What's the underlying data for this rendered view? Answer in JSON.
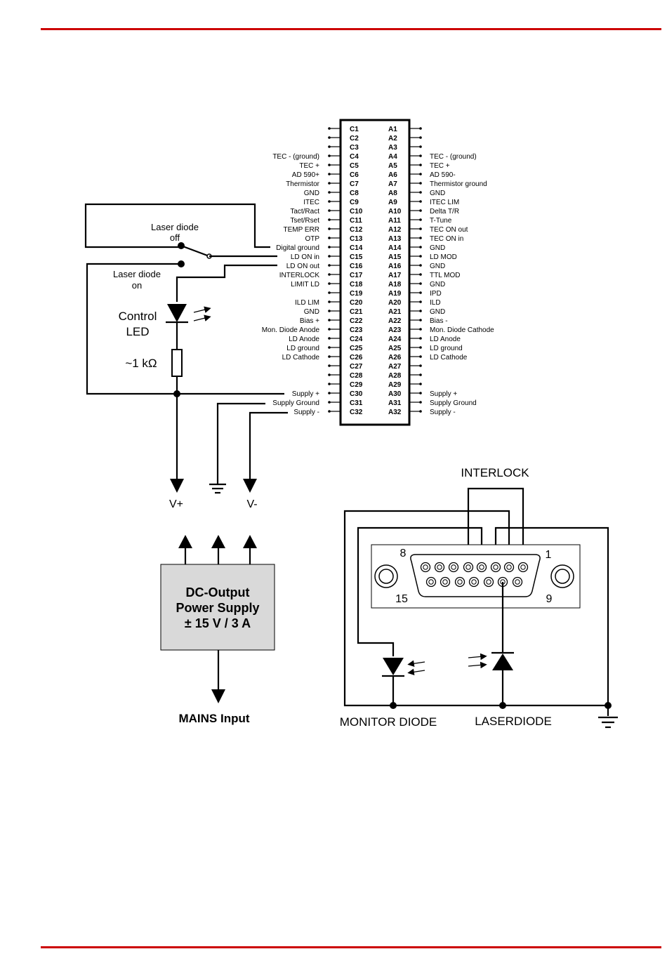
{
  "colors": {
    "rule": "#cc0000",
    "psu_fill": "#d9d9d9",
    "wire": "#000000"
  },
  "connector": {
    "c_pins": [
      "C1",
      "C2",
      "C3",
      "C4",
      "C5",
      "C6",
      "C7",
      "C8",
      "C9",
      "C10",
      "C11",
      "C12",
      "C13",
      "C14",
      "C15",
      "C16",
      "C17",
      "C18",
      "C19",
      "C20",
      "C21",
      "C22",
      "C23",
      "C24",
      "C25",
      "C26",
      "C27",
      "C28",
      "C29",
      "C30",
      "C31",
      "C32"
    ],
    "a_pins": [
      "A1",
      "A2",
      "A3",
      "A4",
      "A5",
      "A6",
      "A7",
      "A8",
      "A9",
      "A10",
      "A11",
      "A12",
      "A13",
      "A14",
      "A15",
      "A16",
      "A17",
      "A18",
      "A19",
      "A20",
      "A21",
      "A22",
      "A23",
      "A24",
      "A25",
      "A26",
      "A27",
      "A28",
      "A29",
      "A30",
      "A31",
      "A32"
    ],
    "c_labels": [
      "",
      "",
      "",
      "TEC - (ground)",
      "TEC +",
      "AD 590+",
      "Thermistor",
      "GND",
      "ITEC",
      "Tact/Ract",
      "Tset/Rset",
      "TEMP ERR",
      "OTP",
      "Digital ground",
      "LD ON in",
      "LD ON out",
      "INTERLOCK",
      "LIMIT LD",
      "",
      "ILD LIM",
      "GND",
      "Bias +",
      "Mon. Diode Anode",
      "LD Anode",
      "LD ground",
      "LD Cathode",
      "",
      "",
      "",
      "Supply +",
      "Supply Ground",
      "Supply -"
    ],
    "a_labels": [
      "",
      "",
      "",
      "TEC - (ground)",
      "TEC +",
      "AD 590-",
      "Thermistor ground",
      "GND",
      "ITEC LIM",
      "Delta T/R",
      "T-Tune",
      "TEC ON out",
      "TEC ON in",
      "GND",
      "LD MOD",
      "GND",
      "TTL MOD",
      "GND",
      "IPD",
      "ILD",
      "GND",
      "Bias -",
      "Mon. Diode Cathode",
      "LD Anode",
      "LD ground",
      "LD Cathode",
      "",
      "",
      "",
      "Supply +",
      "Supply Ground",
      "Supply -"
    ]
  },
  "switch": {
    "off_label_1": "Laser diode",
    "off_label_2": "off",
    "on_label_1": "Laser diode",
    "on_label_2": "on"
  },
  "led": {
    "label_1": "Control",
    "label_2": "LED",
    "resistor_label": "~1 kΩ"
  },
  "supply_arrows": {
    "vplus": "V+",
    "vminus": "V-"
  },
  "psu": {
    "line1": "DC-Output",
    "line2": "Power Supply",
    "line3": "± 15 V / 3 A",
    "mains": "MAINS Input"
  },
  "dsub": {
    "interlock": "INTERLOCK",
    "pin8": "8",
    "pin1": "1",
    "pin15": "15",
    "pin9": "9",
    "monitor": "MONITOR DIODE",
    "laser": "LASERDIODE"
  }
}
